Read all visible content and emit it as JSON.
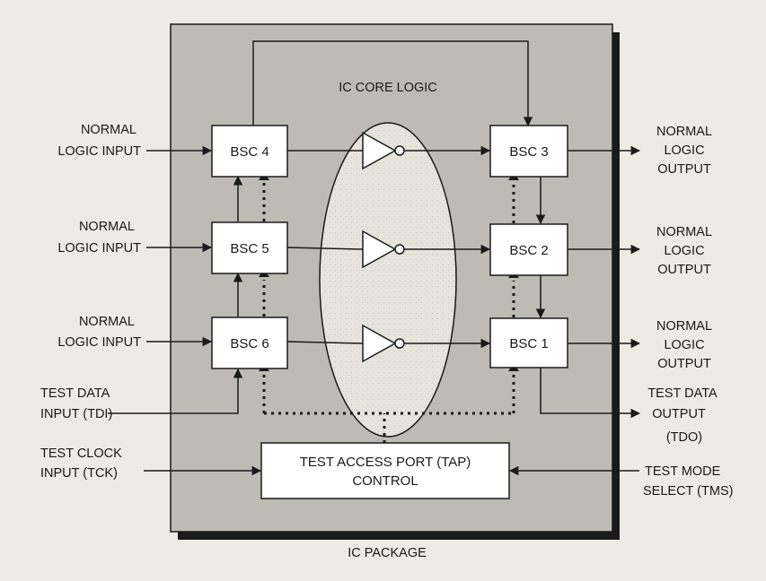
{
  "diagram": {
    "package_label": "IC PACKAGE",
    "core_label": "IC CORE LOGIC",
    "cells": {
      "bsc1": "BSC 1",
      "bsc2": "BSC 2",
      "bsc3": "BSC 3",
      "bsc4": "BSC 4",
      "bsc5": "BSC 5",
      "bsc6": "BSC 6"
    },
    "tap": {
      "line1": "TEST ACCESS PORT (TAP)",
      "line2": "CONTROL"
    },
    "inputs": {
      "in1": {
        "line1": "NORMAL",
        "line2": "LOGIC INPUT"
      },
      "in2": {
        "line1": "NORMAL",
        "line2": "LOGIC INPUT"
      },
      "in3": {
        "line1": "NORMAL",
        "line2": "LOGIC INPUT"
      },
      "tdi": {
        "line1": "TEST DATA",
        "line2": "INPUT (TDI)"
      },
      "tck": {
        "line1": "TEST CLOCK",
        "line2": "INPUT (TCK)"
      }
    },
    "outputs": {
      "out1": {
        "line1": "NORMAL",
        "line2": "LOGIC",
        "line3": "OUTPUT"
      },
      "out2": {
        "line1": "NORMAL",
        "line2": "LOGIC",
        "line3": "OUTPUT"
      },
      "out3": {
        "line1": "NORMAL",
        "line2": "LOGIC",
        "line3": "OUTPUT"
      },
      "tdo": {
        "line1": "TEST DATA",
        "line2": "OUTPUT",
        "line3": "(TDO)"
      },
      "tms": {
        "line1": "TEST MODE",
        "line2": "SELECT (TMS)"
      }
    },
    "colors": {
      "package_fill": "#bdbbb4",
      "package_shadow": "#1a1a1a",
      "box_fill": "#ffffff",
      "line": "#1a1a1a",
      "core_fill": "#e6e3dc"
    }
  }
}
